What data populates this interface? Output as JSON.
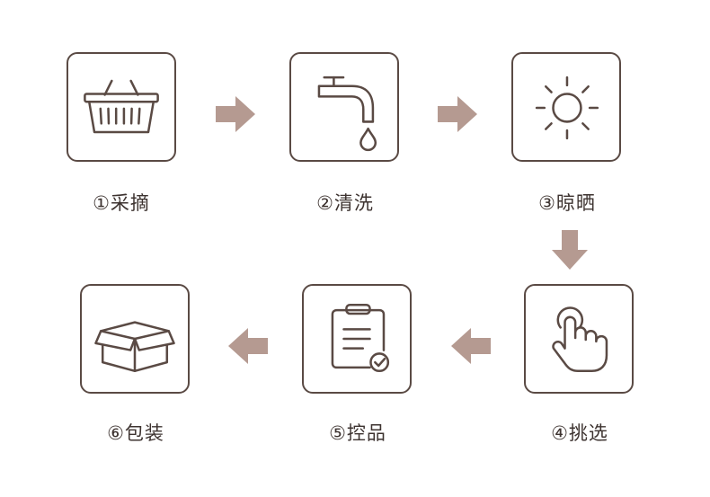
{
  "diagram": {
    "steps": [
      {
        "label": "①采摘",
        "icon": "basket-icon"
      },
      {
        "label": "②清洗",
        "icon": "faucet-icon"
      },
      {
        "label": "③晾晒",
        "icon": "sun-icon"
      },
      {
        "label": "④挑选",
        "icon": "hand-pointer-icon"
      },
      {
        "label": "⑤控品",
        "icon": "clipboard-check-icon"
      },
      {
        "label": "⑥包装",
        "icon": "box-icon"
      }
    ],
    "colors": {
      "box_stroke": "#5a4a44",
      "arrow_fill": "#b59a91",
      "label_text": "#3d3330"
    }
  }
}
